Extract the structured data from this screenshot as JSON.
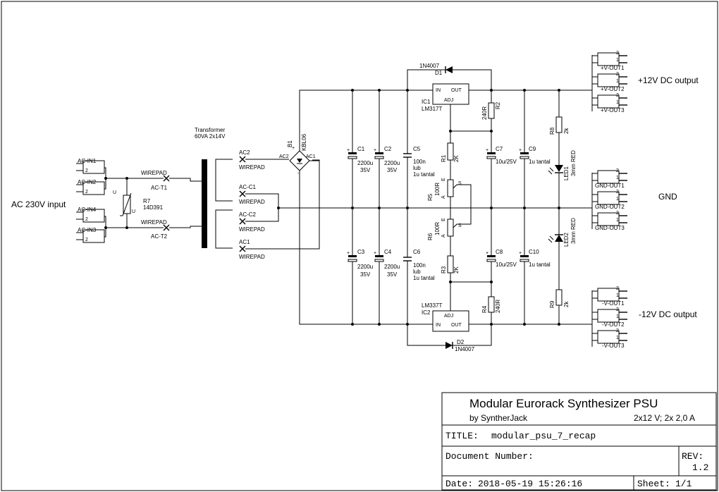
{
  "labels": {
    "ac_input": "AC 230V input",
    "pos_output": "+12V DC output",
    "gnd": "GND",
    "neg_output": "-12V DC output",
    "transformer_name": "Transformer",
    "transformer_value": "60VA 2x14V",
    "r7_name": "R7",
    "r7_value": "14D391",
    "wirepad": "WIREPAD",
    "ac_t1": "AC-T1",
    "ac_t2": "AC-T2",
    "ac2": "AC2",
    "ac_c1": "AC-C1",
    "ac_c2": "AC-C2",
    "ac1": "AC1",
    "b1": "B1",
    "kbl06": "KBL06",
    "b1_ac2": "AC2",
    "b1_ac1": "AC1",
    "c1": "C1",
    "c2": "C2",
    "c3": "C3",
    "c4": "C4",
    "cap_2200": "2200u",
    "cap_35v": "35V",
    "c5": "C5",
    "c6": "C6",
    "c_100n": "100n",
    "c_lub": "lub",
    "c_1u_tantal": "1u tantal",
    "d1_value": "1N4007",
    "d1": "D1",
    "d2_value": "1N4007",
    "d2": "D2",
    "ic1": "IC1",
    "ic1_value": "LM317T",
    "ic2": "IC2",
    "ic2_value": "LM337T",
    "pin_in": "IN",
    "pin_out": "OUT",
    "pin_adj": "ADJ",
    "r2": "R2",
    "r4": "R4",
    "r_240": "240R",
    "r1": "R1",
    "r3": "R3",
    "r_2k": "2K",
    "r5": "R5",
    "r6": "R6",
    "r_100r": "100R",
    "pot_a": "A",
    "pot_e": "E",
    "pot_s": "S",
    "c7": "C7",
    "c8": "C8",
    "c_10u": "10u/25V",
    "c9": "C9",
    "c10": "C10",
    "c_1u": "1u tantal",
    "r8": "R8",
    "r9": "R9",
    "r8_value": "2k",
    "r9_value": "2k",
    "led1": "LED1",
    "led2": "LED2",
    "led_value": "3mm RED",
    "pin1": "1",
    "pin2": "2"
  },
  "connectors": {
    "ac_in": [
      "AC-IN1",
      "AC-IN2",
      "AC-IN4",
      "AC-IN3"
    ],
    "pos_out": [
      "+V-OUT1",
      "+V-OUT2",
      "+V-OUT3"
    ],
    "gnd_out": [
      "GND-OUT1",
      "GND-OUT2",
      "GND-OUT3"
    ],
    "neg_out": [
      "-V-OUT1",
      "-V-OUT2",
      "-V-OUT3"
    ]
  },
  "title_block": {
    "project": "Modular Eurorack Synthesizer PSU",
    "author": "by SyntherJack",
    "spec": "2x12 V; 2x 2,0 A",
    "title_label": "TITLE:",
    "title_value": "modular_psu_7_recap",
    "docnum_label": "Document Number:",
    "rev_label": "REV:",
    "rev_value": "1.2",
    "date_label": "Date:",
    "date_value": "2018-05-19 15:26:16",
    "sheet_label": "Sheet:",
    "sheet_value": "1/1"
  }
}
